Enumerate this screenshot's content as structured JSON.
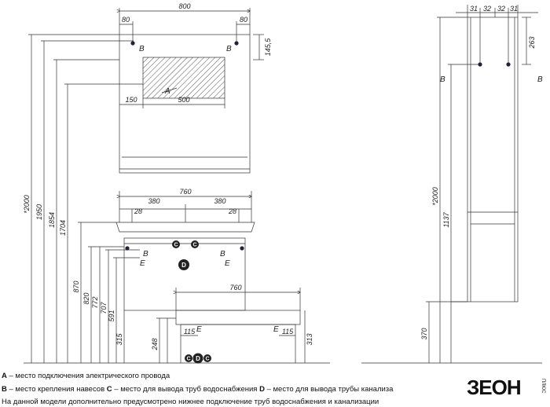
{
  "dims": {
    "top_width": "800",
    "top_left_offset": "80",
    "top_right_offset": "80",
    "top_height": "145,5",
    "cutout_offset": "150",
    "cutout_width": "500",
    "mid_width": "760",
    "mid_left_half": "380",
    "mid_right_half": "380",
    "mid_left_edge": "28",
    "mid_right_edge": "28",
    "bottom_width": "760",
    "bottom_left_115": "115",
    "bottom_right_115": "115",
    "h_2000": "*2000",
    "h_1950": "1950",
    "h_1854": "1854",
    "h_1704": "1704",
    "h_870": "870",
    "h_820": "820",
    "h_772": "772",
    "h_707": "707",
    "h_591": "591",
    "h_315": "315",
    "h_248": "248",
    "h_313": "313",
    "side_31a": "31",
    "side_32a": "32",
    "side_32b": "32",
    "side_31b": "31",
    "side_263": "263",
    "side_2000": "*2000",
    "side_1137": "1137",
    "side_370": "370"
  },
  "markers": {
    "A": "A",
    "B": "B",
    "C": "C",
    "D": "D",
    "E": "E"
  },
  "legend": {
    "line1_key": "A",
    "line1_text": " – место подключения электрического провода",
    "line2_b_key": "B",
    "line2_b_text": " – место крепления навесов ",
    "line2_c_key": "C",
    "line2_c_text": " – место для вывода труб водоснабжения ",
    "line2_d_key": "D",
    "line2_d_text": " – место для вывода трубы канализа",
    "line3_text": "На данной модели дополнительно предусмотрено нижнее подключение труб водоснабжения и канализации"
  },
  "logo": {
    "text": "ЗЕОН",
    "sub": "ПЛЮС"
  }
}
